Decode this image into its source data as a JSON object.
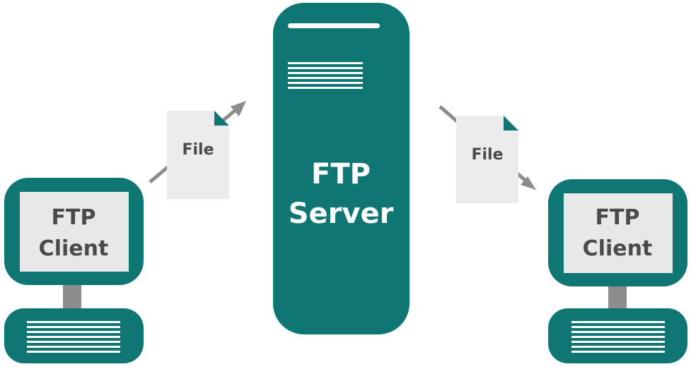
{
  "colors": {
    "teal": "#0f7673",
    "screen": "#e8e8e8",
    "paper": "#ececec",
    "line_gray": "#8c8c8c",
    "text_gray": "#4a4a4a",
    "white": "#ffffff"
  },
  "server": {
    "label_line1": "FTP",
    "label_line2": "Server"
  },
  "clients": [
    {
      "label_line1": "FTP",
      "label_line2": "Client"
    },
    {
      "label_line1": "FTP",
      "label_line2": "Client"
    }
  ],
  "files": [
    {
      "label": "File"
    },
    {
      "label": "File"
    }
  ]
}
